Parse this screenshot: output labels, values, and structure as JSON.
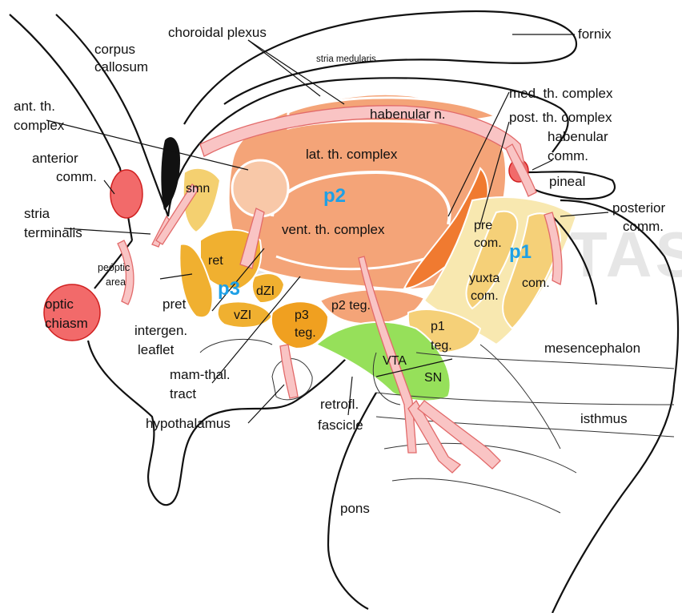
{
  "watermark": "UNIVERSITAS",
  "labels": {
    "corpus_callosum_1": "corpus",
    "corpus_callosum_2": "callosum",
    "choroidal_plexus": "choroidal plexus",
    "fornix": "fornix",
    "stria_medullaris": "stria medularis",
    "med_th_complex": "med. th. complex",
    "post_th_complex": "post. th. complex",
    "habenular_comm_1": "habenular",
    "habenular_comm_2": "comm.",
    "habenular_n": "habenular n.",
    "ant_th_complex_1": "ant. th.",
    "ant_th_complex_2": "complex",
    "anterior_comm_1": "anterior",
    "anterior_comm_2": "comm.",
    "lat_th_complex": "lat. th. complex",
    "pineal": "pineal",
    "posterior_comm_1": "posterior",
    "posterior_comm_2": "comm.",
    "stria_terminalis_1": "stria",
    "stria_terminalis_2": "terminalis",
    "smn": "smn",
    "vent_th_complex": "vent. th. complex",
    "pre_com_1": "pre",
    "pre_com_2": "com.",
    "preoptic_area_1": "peóptic",
    "preoptic_area_2": "area",
    "ret": "ret",
    "yuxta_com_1": "yuxta",
    "yuxta_com_2": "com.",
    "com": "com.",
    "optic_chiasm_1": "optic",
    "optic_chiasm_2": "chiasm",
    "pret": "pret",
    "dzi": "dZI",
    "vzi": "vZI",
    "p3_teg_1": "p3",
    "p3_teg_2": "teg.",
    "p2_teg": "p2 teg.",
    "p1_teg_1": "p1",
    "p1_teg_2": "teg.",
    "intergen_leaflet_1": "intergen.",
    "intergen_leaflet_2": "leaflet",
    "mesencephalon": "mesencephalon",
    "mam_thal_tract_1": "mam-thal.",
    "mam_thal_tract_2": "tract",
    "vta": "VTA",
    "sn": "SN",
    "retrofl_fascicle_1": "retrofl.",
    "retrofl_fascicle_2": "fascicle",
    "hypothalamus": "hypothalamus",
    "isthmus": "isthmus",
    "pons": "pons"
  },
  "segments": {
    "p1": "p1",
    "p2": "p2",
    "p3": "p3"
  },
  "colors": {
    "segment_label": "#1ea0e6",
    "thalamus": "#f4a478",
    "prethalamus": "#f0b030",
    "pretectum": "#f8e8b0",
    "tegmentum_green": "#96e05a",
    "commissure_red": "#e04040",
    "tract_pink": "#f9c4c4",
    "med_th_complex": "#f07a30",
    "ant_th_complex": "#f8c8a8"
  }
}
